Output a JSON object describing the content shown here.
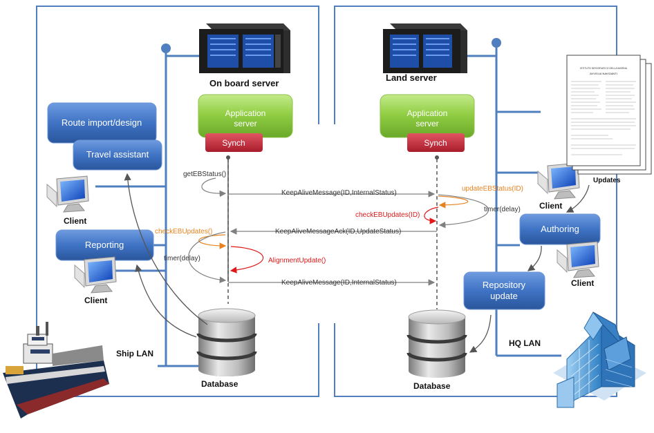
{
  "ship_side": {
    "server_label": "On board  server",
    "app_server_label": "Application server",
    "synch_label": "Synch",
    "route_box_label": "Route import/design",
    "travel_box_label": "Travel assistant",
    "client_label_1": "Client",
    "reporting_box_label": "Reporting",
    "client_label_2": "Client",
    "lan_label": "Ship LAN",
    "database_label": "Database"
  },
  "land_side": {
    "server_label": "Land server",
    "app_server_label": "Application server",
    "synch_label": "Synch",
    "client_label_1": "Client",
    "authoring_box_label": "Authoring",
    "client_label_2": "Client",
    "repository_box_label": "Repository update",
    "lan_label": "HQ LAN",
    "database_label": "Database",
    "updates_label": "Updates"
  },
  "document": {
    "header_line_1": "ISTITUTO IDROGRAFICO DELLA MARINA",
    "header_line_2": "AVVISI AI NAVIGANTI"
  },
  "messages": {
    "get_eb_status": "getEBStatus()",
    "keep_alive_1": "KeepAliveMessage(ID,InternalStatus)",
    "update_eb_status": "updateEBStatus(ID)",
    "check_eb_updates_land": "checkEBUpdates(ID)",
    "timer_land": "timer(delay)",
    "check_eb_updates_ship": "checkEBUpdates()",
    "keep_alive_ack": "KeepAliveMessageAck(ID,UpdateStatus)",
    "timer_ship": "timer(delay)",
    "alignment_update": "AlignmentUpdate()",
    "keep_alive_2": "KeepAliveMessage(ID,InternalStatus)"
  },
  "colors": {
    "frame_blue": "#4f7fbf",
    "box_blue": "#3f73c4",
    "app_green": "#8ccc3f",
    "synch_red": "#c8283a",
    "arrow_gray": "#808080",
    "arrow_orange": "#e8821e",
    "arrow_red": "#e01818"
  }
}
